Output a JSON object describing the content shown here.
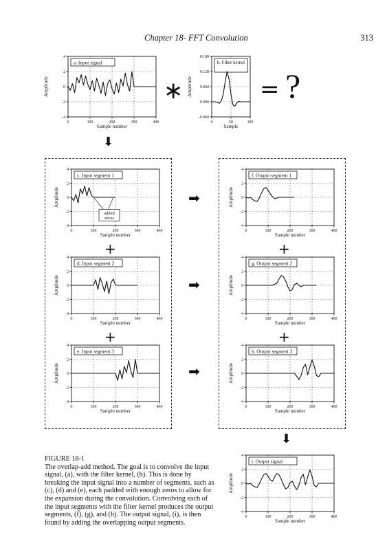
{
  "header": {
    "chapter": "Chapter 18- FFT Convolution",
    "page_number": "313"
  },
  "equation": {
    "convolve_symbol": "∗",
    "equals_symbol": "=",
    "question_symbol": "?"
  },
  "operators": {
    "plus": "+",
    "arrow_right": "➡",
    "arrow_down": "⬇"
  },
  "caption": {
    "title": "FIGURE 18-1",
    "text": "The overlap-add method. The goal is to convolve the input signal, (a), with the filter kernel, (b). This is done by breaking the input signal into a number of segments, such as (c), (d) and (e), each padded with enough zeros to allow for the expansion during the convolution. Convolving each of the input segments with the filter kernel produces the output segments, (f), (g), and (h). The output signal, (i), is then found by adding the overlapping output segments."
  },
  "chart_data": [
    {
      "id": "a",
      "type": "line",
      "title": "a. Input signal",
      "xlabel": "Sample number",
      "ylabel": "Amplitude",
      "xlim": [
        0,
        400
      ],
      "ylim": [
        -4,
        4
      ],
      "xticks": [
        "0",
        "100",
        "200",
        "300",
        "400"
      ],
      "yticks": [
        "4",
        "2",
        "0",
        "-2",
        "-4"
      ],
      "grid": true,
      "x": [
        0,
        10,
        20,
        30,
        40,
        50,
        60,
        70,
        80,
        90,
        100,
        110,
        120,
        130,
        140,
        150,
        160,
        170,
        180,
        190,
        200,
        210,
        220,
        230,
        240,
        250,
        260,
        270,
        280,
        290,
        300,
        310,
        320,
        330,
        340,
        350,
        360,
        370,
        380,
        390,
        400
      ],
      "y": [
        0,
        -0.5,
        0.4,
        -0.8,
        1.2,
        0.5,
        1.6,
        0.2,
        1.4,
        0.3,
        -0.4,
        0.8,
        -0.6,
        1.1,
        0.2,
        -0.9,
        0.6,
        -1.2,
        0.4,
        0.9,
        -0.3,
        -1.0,
        0.5,
        -0.8,
        1.0,
        0.1,
        1.8,
        0.3,
        -0.6,
        2.0,
        0,
        0,
        0,
        0,
        0,
        0,
        0,
        0,
        0,
        0,
        0
      ]
    },
    {
      "id": "b",
      "type": "line",
      "title": "b. Filter kernel",
      "xlabel": "Sample",
      "ylabel": "Amplitude",
      "xlim": [
        0,
        100
      ],
      "ylim": [
        -0.06,
        0.18
      ],
      "xticks": [
        "0",
        "50",
        "100"
      ],
      "yticks": [
        "0.180",
        "0.120",
        "0.060",
        "0.000",
        "-0.060"
      ],
      "grid": true,
      "x": [
        0,
        5,
        10,
        15,
        20,
        25,
        30,
        35,
        40,
        45,
        50,
        55,
        60,
        65,
        70,
        75,
        80,
        85,
        90,
        95,
        100
      ],
      "y": [
        0,
        0,
        0,
        -0.003,
        -0.006,
        0.004,
        0.03,
        0.08,
        0.12,
        0.09,
        0.03,
        -0.012,
        -0.018,
        -0.006,
        0.002,
        0,
        0,
        0,
        0,
        0,
        0
      ]
    },
    {
      "id": "c",
      "type": "line",
      "title": "c. Input segment 1",
      "xlabel": "Sample number",
      "ylabel": "Amplitude",
      "xlim": [
        0,
        400
      ],
      "ylim": [
        -4,
        4
      ],
      "xticks": [
        "0",
        "100",
        "200",
        "300",
        "400"
      ],
      "yticks": [
        "4",
        "2",
        "0",
        "-2",
        "-4"
      ],
      "grid": true,
      "annotation": "added zeros",
      "x": [
        0,
        10,
        20,
        30,
        40,
        50,
        60,
        70,
        80,
        90,
        100,
        110,
        120,
        130,
        140,
        150,
        160,
        170,
        180,
        190,
        200
      ],
      "y": [
        0,
        -0.5,
        0.4,
        -0.8,
        1.2,
        0.5,
        1.6,
        0.2,
        1.4,
        0.3,
        0,
        0,
        0,
        0,
        0,
        0,
        0,
        0,
        0,
        0,
        0
      ]
    },
    {
      "id": "f",
      "type": "line",
      "title": "f. Output segment 1",
      "xlabel": "Sample number",
      "ylabel": "Amplitude",
      "xlim": [
        0,
        400
      ],
      "ylim": [
        -4,
        4
      ],
      "xticks": [
        "0",
        "100",
        "200",
        "300",
        "400"
      ],
      "yticks": [
        "4",
        "2",
        "0",
        "-2",
        "-4"
      ],
      "grid": true,
      "x": [
        0,
        10,
        20,
        30,
        40,
        50,
        60,
        70,
        80,
        90,
        100,
        110,
        120,
        130,
        140,
        150,
        160,
        170,
        180,
        190,
        200,
        210,
        220
      ],
      "y": [
        0,
        -0.1,
        0,
        -0.3,
        -0.5,
        -0.6,
        -0.1,
        0.6,
        1.2,
        1.4,
        1.0,
        0.5,
        0.1,
        -0.2,
        -0.1,
        0,
        0,
        0,
        0,
        0,
        0,
        0,
        0
      ]
    },
    {
      "id": "d",
      "type": "line",
      "title": "d. Input segment 2",
      "xlabel": "Sample number",
      "ylabel": "Amplitude",
      "xlim": [
        0,
        400
      ],
      "ylim": [
        -4,
        4
      ],
      "xticks": [
        "0",
        "100",
        "200",
        "300",
        "400"
      ],
      "yticks": [
        "4",
        "2",
        "0",
        "-2",
        "-4"
      ],
      "grid": true,
      "x": [
        0,
        100,
        110,
        120,
        130,
        140,
        150,
        160,
        170,
        180,
        190,
        200,
        210,
        220,
        230,
        240,
        250,
        260,
        270,
        280,
        290,
        300
      ],
      "y": [
        0,
        0,
        0.8,
        -0.6,
        1.1,
        0.2,
        -0.9,
        0.6,
        -1.2,
        0.4,
        0.9,
        0,
        0,
        0,
        0,
        0,
        0,
        0,
        0,
        0,
        0,
        0
      ]
    },
    {
      "id": "g",
      "type": "line",
      "title": "g. Output segment 2",
      "xlabel": "Sample number",
      "ylabel": "Amplitude",
      "xlim": [
        0,
        400
      ],
      "ylim": [
        -4,
        4
      ],
      "xticks": [
        "0",
        "100",
        "200",
        "300",
        "400"
      ],
      "yticks": [
        "4",
        "2",
        "0",
        "-2",
        "-4"
      ],
      "grid": true,
      "x": [
        0,
        100,
        120,
        140,
        150,
        160,
        170,
        180,
        190,
        200,
        210,
        220,
        230,
        240,
        250,
        260,
        270,
        280,
        290,
        300,
        320
      ],
      "y": [
        0,
        0,
        0,
        0.3,
        0.9,
        1.4,
        1.2,
        0.6,
        -0.2,
        -0.8,
        -0.6,
        0.1,
        0.3,
        0,
        -0.2,
        0,
        0,
        0,
        0,
        0,
        0
      ]
    },
    {
      "id": "e",
      "type": "line",
      "title": "e. Input segment 3",
      "xlabel": "Sample number",
      "ylabel": "Amplitude",
      "xlim": [
        0,
        400
      ],
      "ylim": [
        -4,
        4
      ],
      "xticks": [
        "0",
        "100",
        "200",
        "300",
        "400"
      ],
      "yticks": [
        "4",
        "2",
        "0",
        "-2",
        "-4"
      ],
      "grid": true,
      "x": [
        0,
        200,
        210,
        220,
        230,
        240,
        250,
        260,
        270,
        280,
        290,
        300,
        310,
        320,
        330,
        340,
        350,
        360,
        370,
        380,
        390,
        400
      ],
      "y": [
        0,
        0,
        -1.0,
        0.5,
        -0.8,
        1.0,
        0.1,
        1.8,
        0.3,
        -0.6,
        2.0,
        0,
        0,
        0,
        0,
        0,
        0,
        0,
        0,
        0,
        0,
        0
      ]
    },
    {
      "id": "h",
      "type": "line",
      "title": "h. Output segment 3",
      "xlabel": "Sample number",
      "ylabel": "Amplitude",
      "xlim": [
        0,
        400
      ],
      "ylim": [
        -4,
        4
      ],
      "xticks": [
        "0",
        "100",
        "200",
        "300",
        "400"
      ],
      "yticks": [
        "4",
        "2",
        "0",
        "-2",
        "-4"
      ],
      "grid": true,
      "x": [
        0,
        200,
        220,
        230,
        240,
        250,
        260,
        270,
        280,
        290,
        300,
        310,
        320,
        330,
        340,
        350,
        360,
        370,
        380,
        400
      ],
      "y": [
        0,
        0,
        0,
        -0.4,
        -0.9,
        -0.3,
        0.8,
        1.3,
        -0.2,
        0.9,
        1.9,
        1.0,
        -0.3,
        -0.5,
        0,
        0,
        0,
        0,
        0,
        0
      ]
    },
    {
      "id": "i",
      "type": "line",
      "title": "i. Output signal",
      "xlabel": "Sample number",
      "ylabel": "Amplitude",
      "xlim": [
        0,
        400
      ],
      "ylim": [
        -4,
        4
      ],
      "xticks": [
        "0",
        "100",
        "200",
        "300",
        "400"
      ],
      "yticks": [
        "4",
        "2",
        "0",
        "-2",
        "-4"
      ],
      "grid": true,
      "x": [
        0,
        10,
        20,
        30,
        40,
        50,
        60,
        70,
        80,
        90,
        100,
        110,
        120,
        130,
        140,
        150,
        160,
        170,
        180,
        190,
        200,
        210,
        220,
        230,
        240,
        250,
        260,
        270,
        280,
        290,
        300,
        310,
        320,
        330,
        340,
        360,
        380,
        400
      ],
      "y": [
        0,
        -0.1,
        0,
        -0.3,
        -0.5,
        -0.6,
        -0.1,
        0.6,
        1.2,
        1.4,
        1.0,
        0.5,
        0.3,
        0.9,
        1.4,
        1.2,
        0.6,
        -0.2,
        -0.8,
        -0.6,
        0.1,
        0.3,
        -0.4,
        -0.9,
        -0.3,
        0.8,
        1.3,
        -0.2,
        0.9,
        1.9,
        1.0,
        -0.3,
        -0.5,
        0,
        0,
        0,
        0,
        0
      ]
    }
  ]
}
